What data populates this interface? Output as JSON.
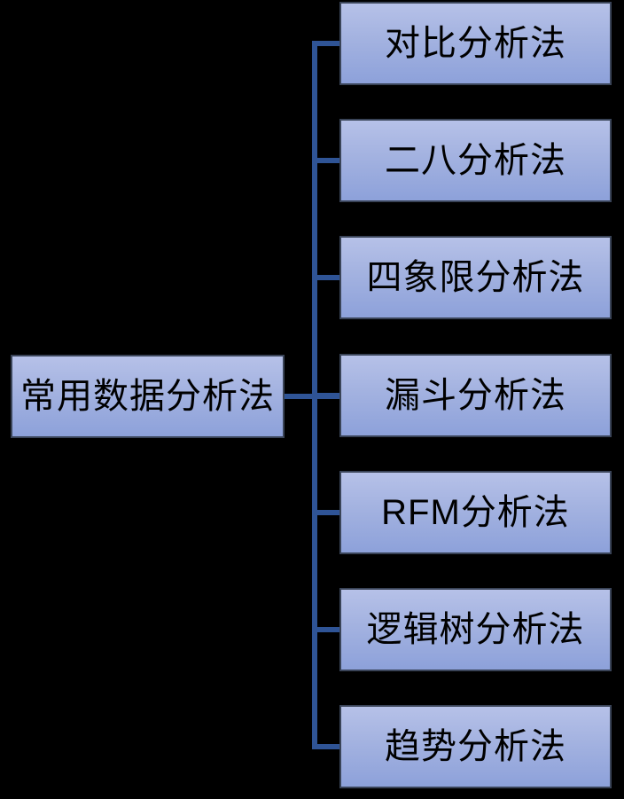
{
  "diagram": {
    "type": "hierarchy-smartart",
    "background_color": "#000000",
    "root": {
      "label": "常用数据分析法"
    },
    "children": [
      {
        "label": "对比分析法"
      },
      {
        "label": "二八分析法"
      },
      {
        "label": "四象限分析法"
      },
      {
        "label": "漏斗分析法"
      },
      {
        "label": "RFM分析法"
      },
      {
        "label": "逻辑树分析法"
      },
      {
        "label": "趋势分析法"
      }
    ],
    "colors": {
      "node_fill_top": "#b6c1e8",
      "node_fill_bottom": "#8da1da",
      "node_border": "#3a4458",
      "connector_line": "#2f5496",
      "text": "#000000"
    }
  }
}
